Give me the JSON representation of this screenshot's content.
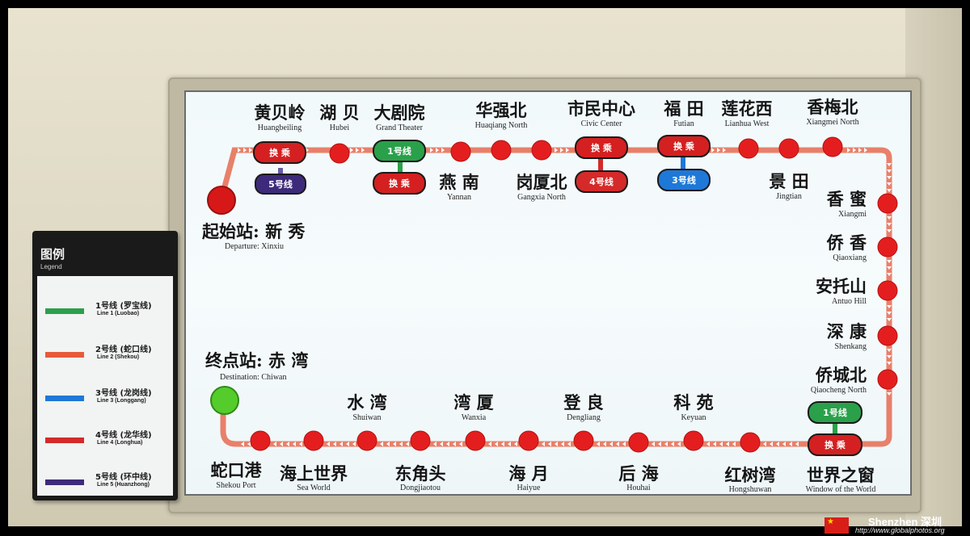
{
  "colors": {
    "line1": "#2aa04a",
    "line2": "#e65a3a",
    "line3": "#1e78d8",
    "line4": "#d42a2a",
    "line5": "#3d2a7a",
    "station": "#e41e1e",
    "start_station": "#d61818",
    "end_station": "#54cc2c",
    "track": "#e8806a"
  },
  "map": {
    "departure_label_cn": "起始站: 新 秀",
    "departure_label_en": "Departure: Xinxiu",
    "destination_label_cn": "终点站: 赤 湾",
    "destination_label_en": "Destination: Chiwan",
    "transfer_text": "换 乘",
    "stations": [
      {
        "id": "huangbeiling",
        "cn": "黄贝岭",
        "en": "Huangbeiling",
        "transfer": "5号线",
        "line": "line5"
      },
      {
        "id": "hubei",
        "cn": "湖 贝",
        "en": "Hubei"
      },
      {
        "id": "grand-theater",
        "cn": "大剧院",
        "en": "Grand Theater",
        "transfer": "1号线",
        "line": "line1"
      },
      {
        "id": "yannan",
        "cn": "燕 南",
        "en": "Yannan"
      },
      {
        "id": "huaqiang-north",
        "cn": "华强北",
        "en": "Huaqiang North"
      },
      {
        "id": "gangxia-north",
        "cn": "岗厦北",
        "en": "Gangxia North"
      },
      {
        "id": "civic-center",
        "cn": "市民中心",
        "en": "Civic Center",
        "transfer": "4号线",
        "line": "line4"
      },
      {
        "id": "futian",
        "cn": "福 田",
        "en": "Futian",
        "transfer": "3号线",
        "line": "line3"
      },
      {
        "id": "lianhua-west",
        "cn": "莲花西",
        "en": "Lianhua West"
      },
      {
        "id": "jingtian",
        "cn": "景 田",
        "en": "Jingtian"
      },
      {
        "id": "xiangmei-north",
        "cn": "香梅北",
        "en": "Xiangmei North"
      },
      {
        "id": "xiangmi",
        "cn": "香 蜜",
        "en": "Xiangmi"
      },
      {
        "id": "qiaoxiang",
        "cn": "侨 香",
        "en": "Qiaoxiang"
      },
      {
        "id": "antuo-hill",
        "cn": "安托山",
        "en": "Antuo Hill"
      },
      {
        "id": "shenkang",
        "cn": "深 康",
        "en": "Shenkang"
      },
      {
        "id": "qiaocheng-north",
        "cn": "侨城北",
        "en": "Qiaocheng North"
      },
      {
        "id": "window-of-the-world",
        "cn": "世界之窗",
        "en": "Window of the World",
        "transfer": "1号线",
        "line": "line1"
      },
      {
        "id": "hongshuwan",
        "cn": "红树湾",
        "en": "Hongshuwan"
      },
      {
        "id": "keyuan",
        "cn": "科 苑",
        "en": "Keyuan"
      },
      {
        "id": "houhai",
        "cn": "后 海",
        "en": "Houhai"
      },
      {
        "id": "dengliang",
        "cn": "登 良",
        "en": "Dengliang"
      },
      {
        "id": "haiyue",
        "cn": "海 月",
        "en": "Haiyue"
      },
      {
        "id": "wanxia",
        "cn": "湾 厦",
        "en": "Wanxia"
      },
      {
        "id": "dongjiaotou",
        "cn": "东角头",
        "en": "Dongjiaotou"
      },
      {
        "id": "shuiwan",
        "cn": "水 湾",
        "en": "Shuiwan"
      },
      {
        "id": "sea-world",
        "cn": "海上世界",
        "en": "Sea World"
      },
      {
        "id": "shekou-port",
        "cn": "蛇口港",
        "en": "Shekou Port"
      }
    ]
  },
  "legend": {
    "title": "图例",
    "subtitle": "Legend",
    "items": [
      {
        "cn": "1号线 (罗宝线)",
        "en": "Line 1 (Luobao)",
        "color": "#2aa04a"
      },
      {
        "cn": "2号线 (蛇口线)",
        "en": "Line 2 (Shekou)",
        "color": "#e65a3a"
      },
      {
        "cn": "3号线 (龙岗线)",
        "en": "Line 3 (Longgang)",
        "color": "#1e78d8"
      },
      {
        "cn": "4号线 (龙华线)",
        "en": "Line 4 (Longhua)",
        "color": "#d42a2a"
      },
      {
        "cn": "5号线 (环中线)",
        "en": "Line 5 (Huanzhong)",
        "color": "#3d2a7a"
      }
    ]
  },
  "caption": {
    "title": "Shenzhen 深圳",
    "url": "http://www.globalphotos.org"
  }
}
